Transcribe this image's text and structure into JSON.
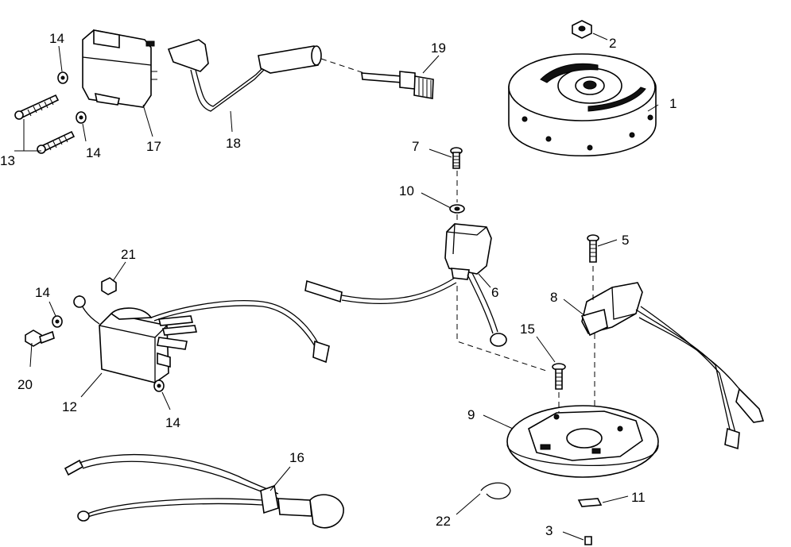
{
  "figure": {
    "callouts": [
      {
        "id": "1",
        "label": "1"
      },
      {
        "id": "2",
        "label": "2"
      },
      {
        "id": "3",
        "label": "3"
      },
      {
        "id": "5",
        "label": "5"
      },
      {
        "id": "6",
        "label": "6"
      },
      {
        "id": "7",
        "label": "7"
      },
      {
        "id": "8",
        "label": "8"
      },
      {
        "id": "9",
        "label": "9"
      },
      {
        "id": "10",
        "label": "10"
      },
      {
        "id": "11",
        "label": "11"
      },
      {
        "id": "12",
        "label": "12"
      },
      {
        "id": "13",
        "label": "13"
      },
      {
        "id": "14a",
        "label": "14"
      },
      {
        "id": "14b",
        "label": "14"
      },
      {
        "id": "14c",
        "label": "14"
      },
      {
        "id": "14d",
        "label": "14"
      },
      {
        "id": "15",
        "label": "15"
      },
      {
        "id": "16",
        "label": "16"
      },
      {
        "id": "17",
        "label": "17"
      },
      {
        "id": "18",
        "label": "18"
      },
      {
        "id": "19",
        "label": "19"
      },
      {
        "id": "20",
        "label": "20"
      },
      {
        "id": "21",
        "label": "21"
      },
      {
        "id": "22",
        "label": "22"
      }
    ]
  }
}
